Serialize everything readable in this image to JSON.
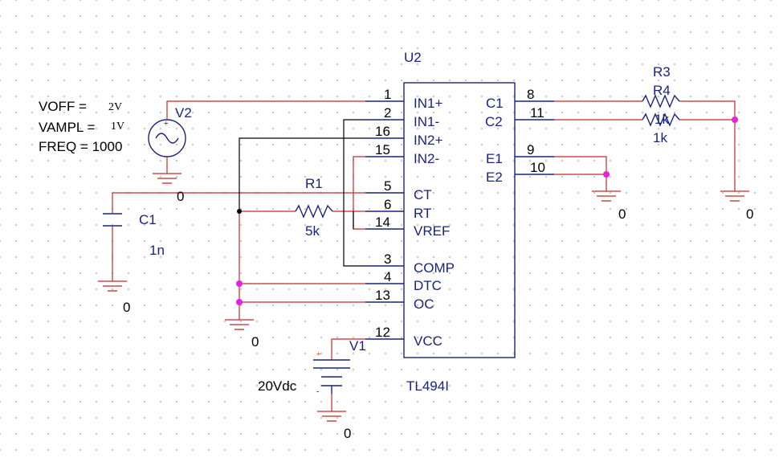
{
  "components": {
    "u2": {
      "ref": "U2",
      "part": "TL494I"
    },
    "pins_left": [
      {
        "num": "1",
        "name": "IN1+"
      },
      {
        "num": "2",
        "name": "IN1-"
      },
      {
        "num": "16",
        "name": "IN2+"
      },
      {
        "num": "15",
        "name": "IN2-"
      },
      {
        "num": "5",
        "name": "CT"
      },
      {
        "num": "6",
        "name": "RT"
      },
      {
        "num": "14",
        "name": "VREF"
      },
      {
        "num": "3",
        "name": "COMP"
      },
      {
        "num": "4",
        "name": "DTC"
      },
      {
        "num": "13",
        "name": "OC"
      },
      {
        "num": "12",
        "name": "VCC"
      }
    ],
    "pins_right": [
      {
        "num": "8",
        "name": "C1"
      },
      {
        "num": "11",
        "name": "C2"
      },
      {
        "num": "9",
        "name": "E1"
      },
      {
        "num": "10",
        "name": "E2"
      }
    ],
    "v2": {
      "ref": "V2",
      "voff_label": "VOFF =",
      "voff_value": "2V",
      "vampl_label": "VAMPL =",
      "vampl_value": "1V",
      "freq": "FREQ = 1000",
      "plus": "+"
    },
    "v1": {
      "ref": "V1",
      "value": "20Vdc",
      "plus": "+",
      "minus": "-"
    },
    "r1": {
      "ref": "R1",
      "value": "5k"
    },
    "c1": {
      "ref": "C1",
      "value": "1n"
    },
    "r3": {
      "ref": "R3",
      "value": "1k"
    },
    "r4": {
      "ref": "R4",
      "value": "1k"
    }
  },
  "grounds": [
    "0",
    "0",
    "0",
    "0",
    "0",
    "0"
  ],
  "colors": {
    "wire": "#c62828",
    "part": "#1a237e",
    "junction": "#e91ee0",
    "internal_wire": "#000000"
  }
}
